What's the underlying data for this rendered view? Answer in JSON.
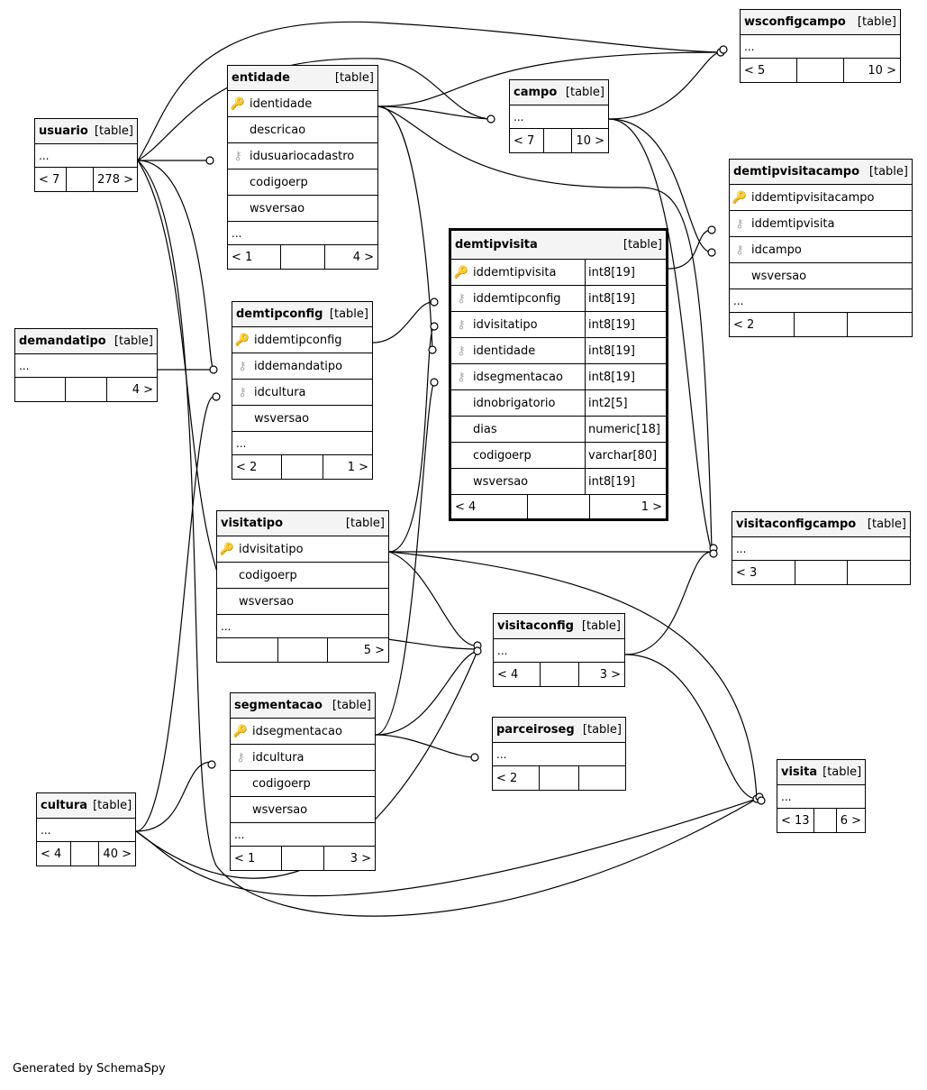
{
  "tag": "[table]",
  "credit": "Generated by SchemaSpy",
  "tables": {
    "usuario": {
      "name": "usuario",
      "more": "...",
      "foot": [
        "< 7",
        "",
        "278 >"
      ]
    },
    "entidade": {
      "name": "entidade",
      "cols": [
        "identidade",
        "descricao",
        "idusuariocadastro",
        "codigoerp",
        "wsversao"
      ],
      "more": "...",
      "foot": [
        "< 1",
        "",
        "4 >"
      ]
    },
    "campo": {
      "name": "campo",
      "more": "...",
      "foot": [
        "< 7",
        "",
        "10 >"
      ]
    },
    "wsconfigcampo": {
      "name": "wsconfigcampo",
      "more": "...",
      "foot": [
        "< 5",
        "",
        "10 >"
      ]
    },
    "demtipvisitacampo": {
      "name": "demtipvisitacampo",
      "cols": [
        "iddemtipvisitacampo",
        "iddemtipvisita",
        "idcampo",
        "wsversao"
      ],
      "more": "...",
      "foot": [
        "< 2",
        "",
        ""
      ]
    },
    "demandatipo": {
      "name": "demandatipo",
      "more": "...",
      "foot": [
        "",
        "",
        "4 >"
      ]
    },
    "demtipconfig": {
      "name": "demtipconfig",
      "cols": [
        "iddemtipconfig",
        "iddemandatipo",
        "idcultura",
        "wsversao"
      ],
      "more": "...",
      "foot": [
        "< 2",
        "",
        "1 >"
      ]
    },
    "demtipvisita": {
      "name": "demtipvisita",
      "cols": [
        "iddemtipvisita",
        "iddemtipconfig",
        "idvisitatipo",
        "identidade",
        "idsegmentacao",
        "idnobrigatorio",
        "dias",
        "codigoerp",
        "wsversao"
      ],
      "types": [
        "int8[19]",
        "int8[19]",
        "int8[19]",
        "int8[19]",
        "int8[19]",
        "int2[5]",
        "numeric[18]",
        "varchar[80]",
        "int8[19]"
      ],
      "foot": [
        "< 4",
        "",
        "1 >"
      ]
    },
    "visitatipo": {
      "name": "visitatipo",
      "cols": [
        "idvisitatipo",
        "codigoerp",
        "wsversao"
      ],
      "more": "...",
      "foot": [
        "",
        "",
        "5 >"
      ]
    },
    "visitaconfigcampo": {
      "name": "visitaconfigcampo",
      "more": "...",
      "foot": [
        "< 3",
        "",
        ""
      ]
    },
    "visitaconfig": {
      "name": "visitaconfig",
      "more": "...",
      "foot": [
        "< 4",
        "",
        "3 >"
      ]
    },
    "segmentacao": {
      "name": "segmentacao",
      "cols": [
        "idsegmentacao",
        "idcultura",
        "codigoerp",
        "wsversao"
      ],
      "more": "...",
      "foot": [
        "< 1",
        "",
        "3 >"
      ]
    },
    "parceiroseg": {
      "name": "parceiroseg",
      "more": "...",
      "foot": [
        "< 2",
        "",
        ""
      ]
    },
    "cultura": {
      "name": "cultura",
      "more": "...",
      "foot": [
        "< 4",
        "",
        "40 >"
      ]
    },
    "visita": {
      "name": "visita",
      "more": "...",
      "foot": [
        "< 13",
        "",
        "6 >"
      ]
    }
  },
  "key_icons": {
    "primary": "primary-key-icon",
    "foreign": "foreign-key-icon"
  },
  "colors": {
    "primary_key": "#e8d400",
    "foreign_key": "#b0b0b0",
    "header_bg": "#f4f4f4",
    "line": "#000000"
  }
}
